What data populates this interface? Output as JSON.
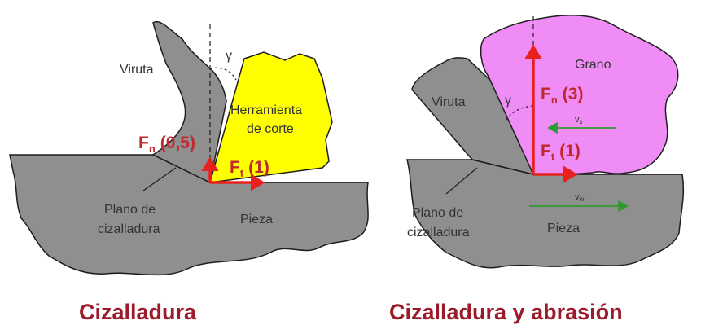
{
  "colors": {
    "gray": "#8f8f8f",
    "outline": "#1e1e1e",
    "tool": "#ffff00",
    "grain": "#f08cf5",
    "force": "#e8201e",
    "force_text": "#c0282e",
    "velocity": "#2f9a2f",
    "caption": "#9b1b2a"
  },
  "left": {
    "viruta": "Viruta",
    "gamma": "γ",
    "tool_line1": "Herramienta",
    "tool_line2": "de corte",
    "fn_main": "F",
    "fn_sub": "n",
    "fn_val": "(0,5)",
    "ft_main": "F",
    "ft_sub": "t",
    "ft_val": "(1)",
    "plane_line1": "Plano de",
    "plane_line2": "cizalladura",
    "pieza": "Pieza",
    "caption": "Cizalladura"
  },
  "right": {
    "grano": "Grano",
    "viruta": "Viruta",
    "gamma": "γ",
    "fn_main": "F",
    "fn_sub": "n",
    "fn_val": "(3)",
    "ft_main": "F",
    "ft_sub": "t",
    "ft_val": "(1)",
    "vs_main": "v",
    "vs_sub": "s",
    "vw_main": "v",
    "vw_sub": "w",
    "plane_line1": "Plano de",
    "plane_line2": "cizalladura",
    "pieza": "Pieza",
    "caption": "Cizalladura y abrasión"
  }
}
